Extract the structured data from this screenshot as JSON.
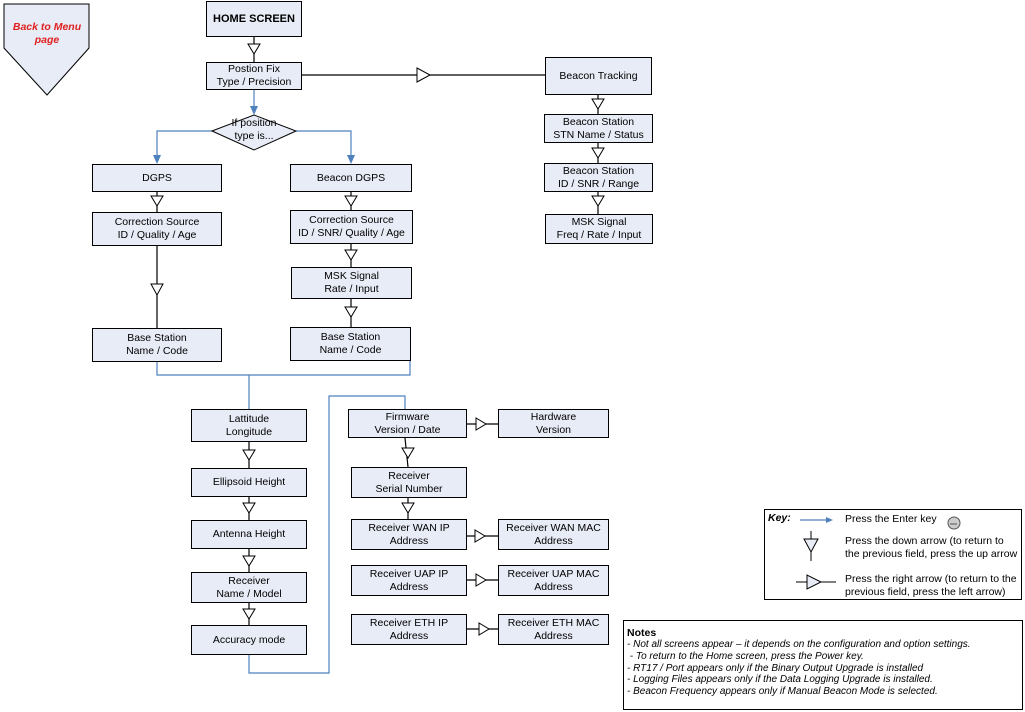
{
  "colors": {
    "box_fill": "#e8ecf6",
    "enter_line": "#4f81bd",
    "back_text": "#e02020"
  },
  "back_button": {
    "label": "Back to Menu\npage"
  },
  "nodes": {
    "home": "HOME SCREEN",
    "position_fix": "Postion Fix\nType / Precision",
    "decision": "If position\ntype is...",
    "beacon_tracking": "Beacon Tracking",
    "beacon_station_stn": "Beacon Station\nSTN Name / Status",
    "beacon_station_id": "Beacon Station\nID / SNR / Range",
    "msk_signal_freq": "MSK Signal\nFreq / Rate / Input",
    "dgps": "DGPS",
    "dgps_correction": "Correction Source\nID / Quality / Age",
    "dgps_base": "Base Station\nName / Code",
    "beacon_dgps": "Beacon DGPS",
    "beacon_correction": "Correction Source\nID / SNR/ Quality / Age",
    "msk_signal_rate": "MSK Signal\nRate / Input",
    "beacon_base": "Base Station\nName / Code",
    "latitude": "Lattitude\nLongitude",
    "ellipsoid": "Ellipsoid Height",
    "antenna": "Antenna Height",
    "receiver_name": "Receiver\nName / Model",
    "accuracy": "Accuracy mode",
    "firmware": "Firmware\nVersion / Date",
    "hardware": "Hardware\nVersion",
    "serial": "Receiver\nSerial Number",
    "wan_ip": "Receiver WAN IP\nAddress",
    "wan_mac": "Receiver WAN MAC\nAddress",
    "uap_ip": "Receiver UAP IP\nAddress",
    "uap_mac": "Receiver UAP MAC\nAddress",
    "eth_ip": "Receiver ETH IP\nAddress",
    "eth_mac": "Receiver ETH MAC\nAddress"
  },
  "key": {
    "title": "Key:",
    "enter": "Press the Enter key",
    "down": "Press the down arrow (to return to\nthe previous field, press the up arrow",
    "right": "Press the right arrow (to return to the\nprevious field, press the left arrow)",
    "enter_key_icon_label": "Enter"
  },
  "notes": {
    "title": "Notes",
    "lines": [
      "- Not all screens appear – it depends on the configuration and option settings.",
      " - To return to the Home screen, press the Power key.",
      "- RT17 / Port appears only if the Binary Output Upgrade is installed",
      "- Logging Files appears only if the Data Logging Upgrade is installed.",
      "- Beacon Frequency appears only if Manual Beacon Mode is selected."
    ]
  }
}
